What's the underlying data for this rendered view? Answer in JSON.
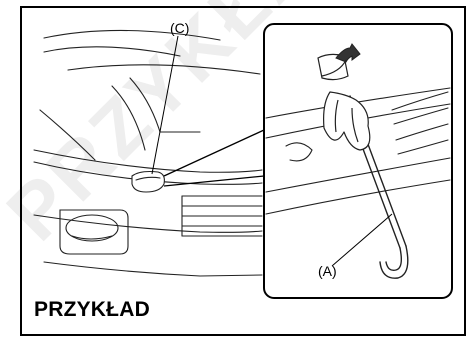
{
  "diagram": {
    "callout_c": "(C)",
    "callout_a": "(A)",
    "caption": "PRZYKŁAD",
    "watermark": "PRZYKŁAD"
  },
  "colors": {
    "line": "#222222",
    "watermark": "#e9e9e9",
    "frame": "#000000"
  }
}
